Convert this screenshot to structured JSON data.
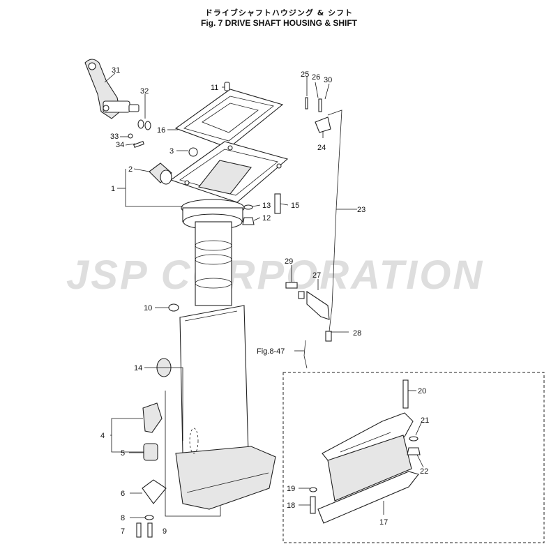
{
  "header": {
    "title_jp": "ドライブシャフトハウジング & シフト",
    "title_en": "Fig. 7    DRIVE SHAFT HOUSING & SHIFT"
  },
  "watermark": {
    "text": "JSP CORPORATION",
    "color": "#dedede"
  },
  "reference": {
    "label": "Fig.8-47"
  },
  "callouts": [
    "1",
    "2",
    "3",
    "4",
    "5",
    "6",
    "7",
    "8",
    "9",
    "10",
    "11",
    "12",
    "13",
    "14",
    "15",
    "16",
    "17",
    "18",
    "19",
    "20",
    "21",
    "22",
    "23",
    "24",
    "25",
    "26",
    "27",
    "28",
    "29",
    "30",
    "31",
    "32",
    "33",
    "34"
  ]
}
